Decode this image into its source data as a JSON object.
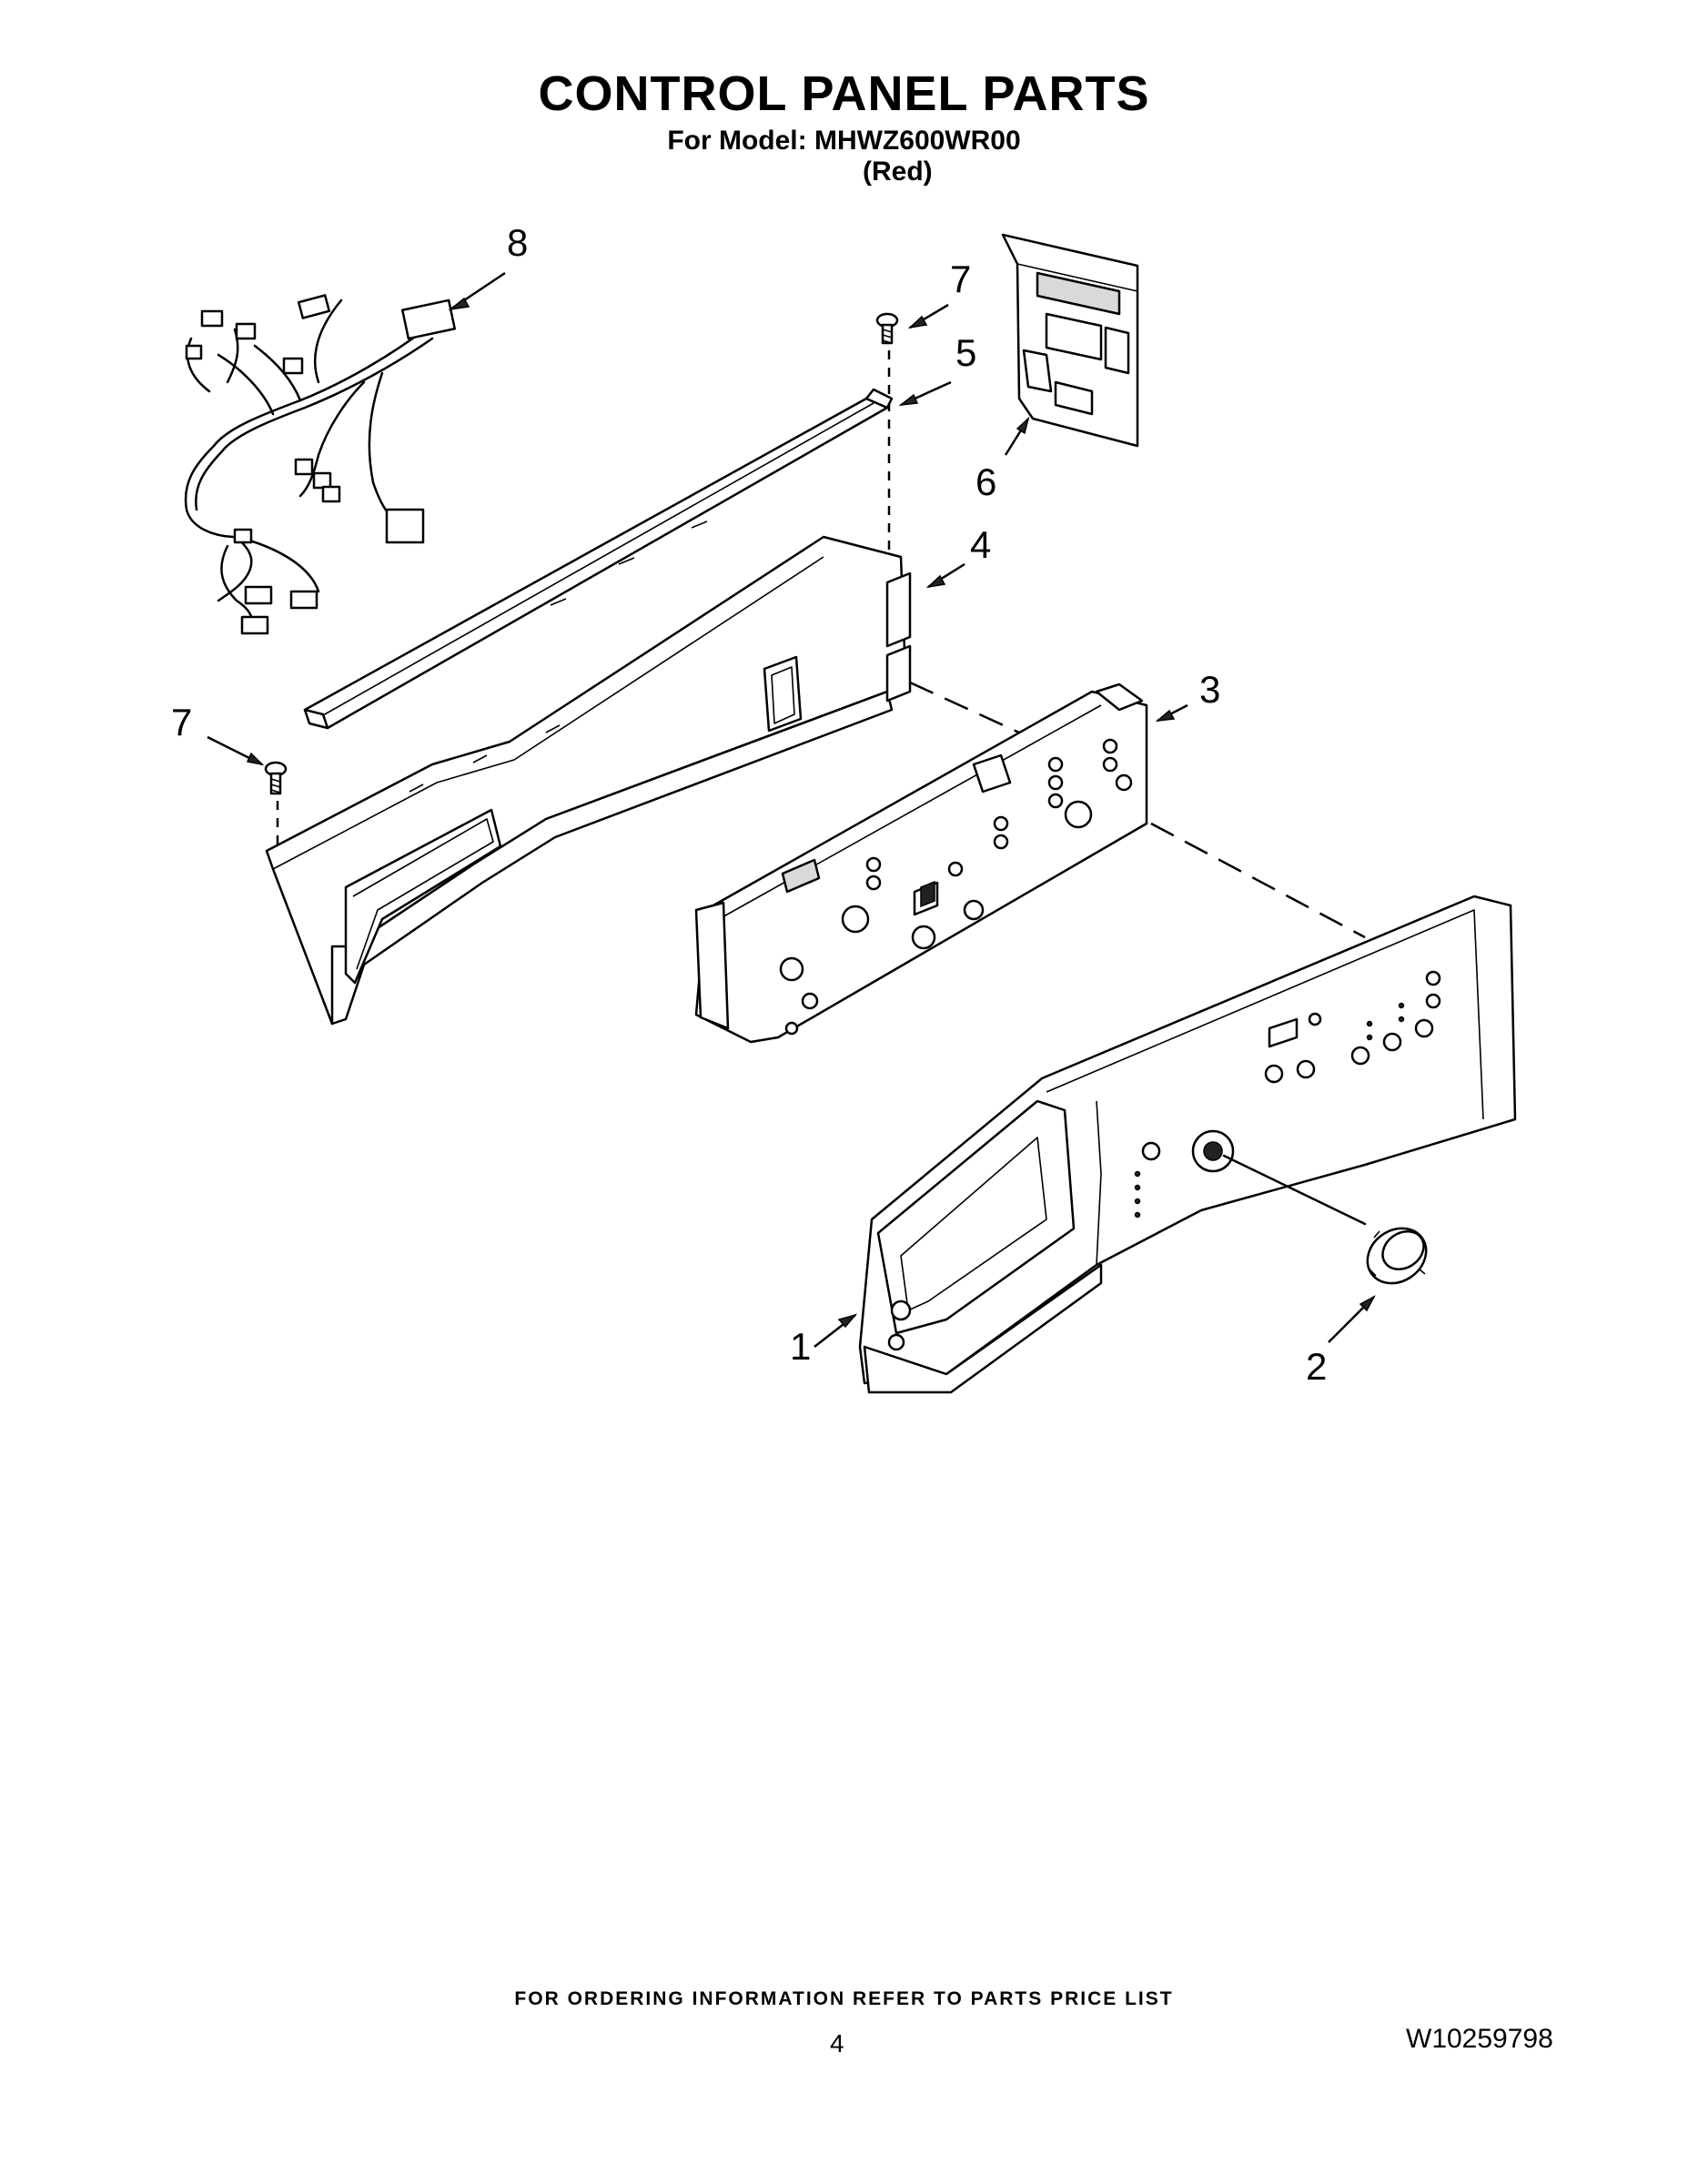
{
  "header": {
    "title": "CONTROL PANEL PARTS",
    "subtitle": "For Model: MHWZ600WR00",
    "variant": "(Red)"
  },
  "callouts": {
    "c1": "1",
    "c2": "2",
    "c3": "3",
    "c4": "4",
    "c5": "5",
    "c6": "6",
    "c7a": "7",
    "c7b": "7",
    "c8": "8"
  },
  "footer": {
    "ordering_note": "FOR ORDERING INFORMATION REFER TO PARTS PRICE LIST",
    "page_number": "4",
    "document_number": "W10259798"
  },
  "icons": [
    "wire-harness-icon",
    "screw-icon",
    "bracket-icon",
    "control-board-icon",
    "console-icon",
    "knob-icon",
    "user-interface-board-icon",
    "panel-housing-icon"
  ]
}
